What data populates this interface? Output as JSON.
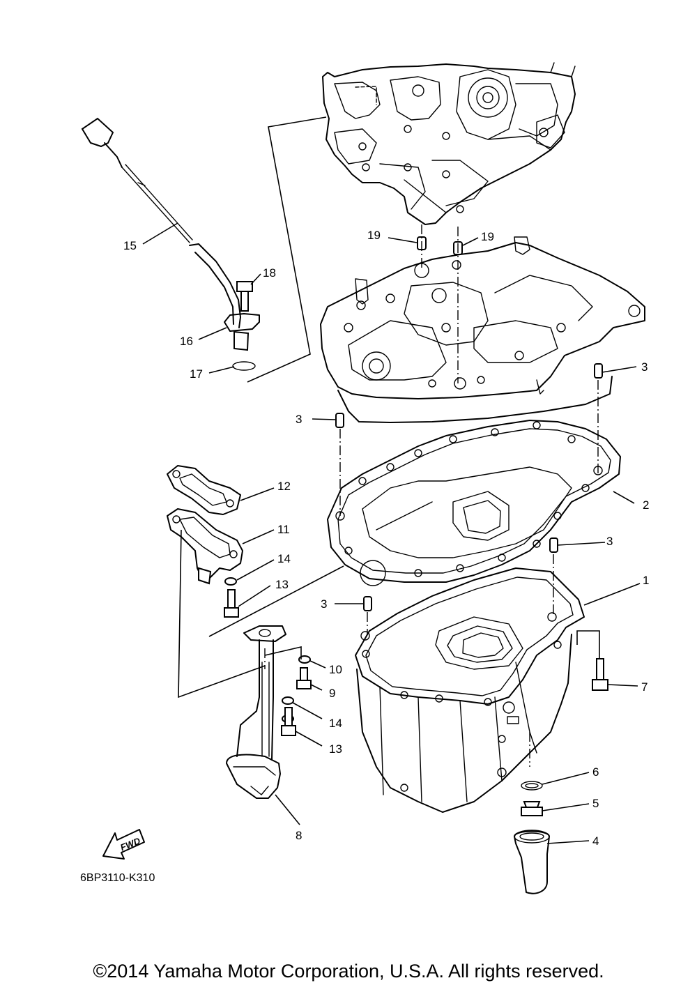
{
  "diagram_code": "6BP3110-K310",
  "fwd_label": "FWD",
  "copyright": "©2014 Yamaha Motor Corporation, U.S.A. All rights reserved.",
  "callouts": {
    "c1": "1",
    "c2": "2",
    "c3a": "3",
    "c3b": "3",
    "c3c": "3",
    "c3d": "3",
    "c4": "4",
    "c5": "5",
    "c6": "6",
    "c7": "7",
    "c8": "8",
    "c9": "9",
    "c10": "10",
    "c11": "11",
    "c12": "12",
    "c13a": "13",
    "c13b": "13",
    "c14a": "14",
    "c14b": "14",
    "c15": "15",
    "c16": "16",
    "c17": "17",
    "c18": "18",
    "c19a": "19",
    "c19b": "19"
  }
}
